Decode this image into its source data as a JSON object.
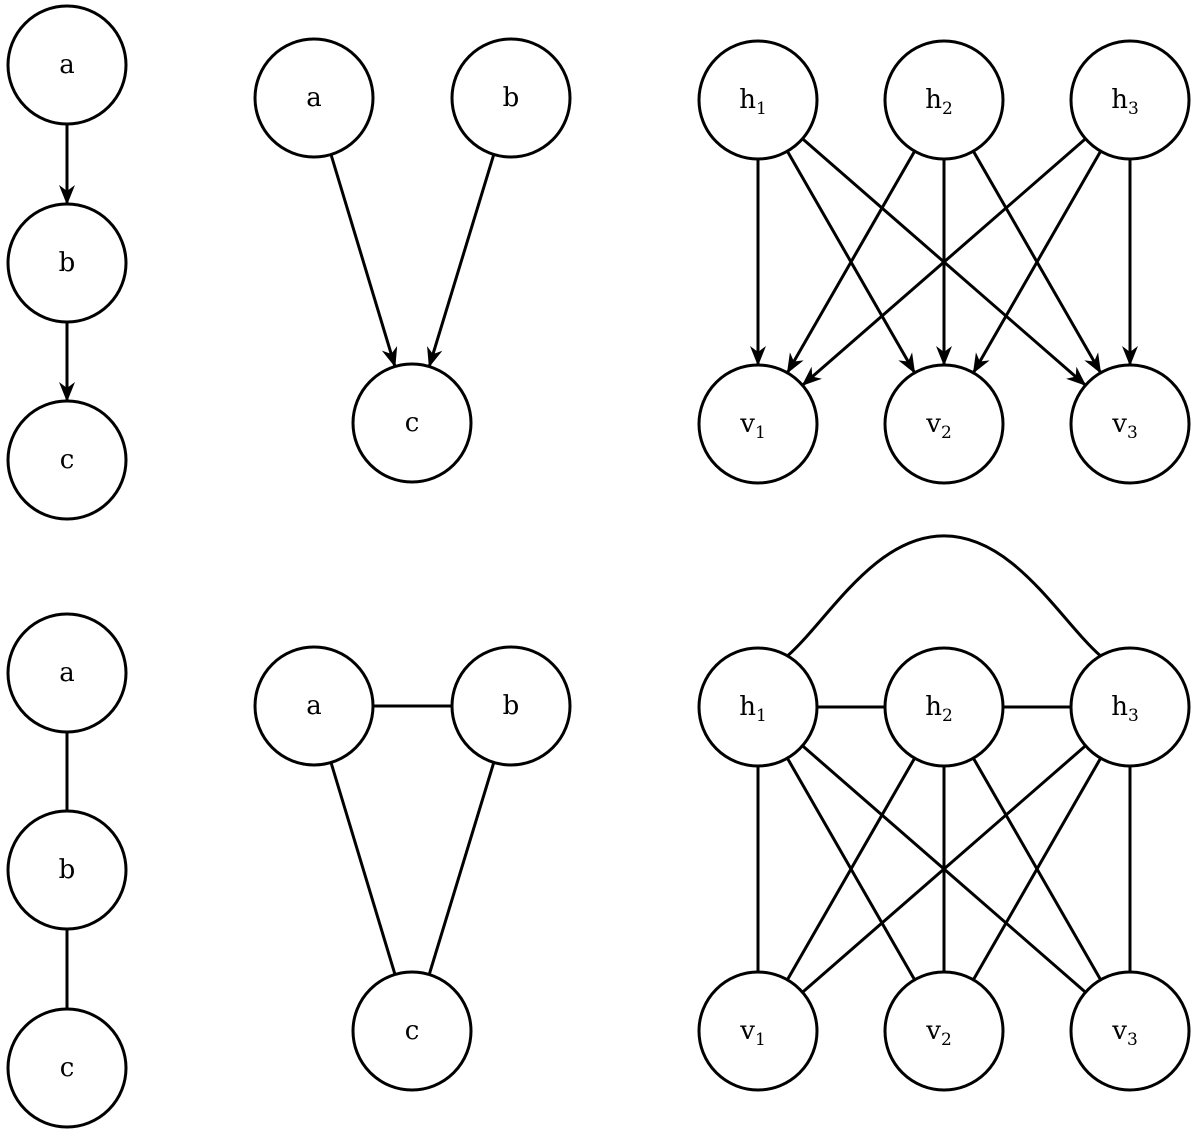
{
  "diagrams": [
    {
      "id": "chain-directed",
      "nodes": [
        {
          "id": "a",
          "label": "a",
          "sub": ""
        },
        {
          "id": "b",
          "label": "b",
          "sub": ""
        },
        {
          "id": "c",
          "label": "c",
          "sub": ""
        }
      ],
      "edges": [
        {
          "from": "a",
          "to": "b",
          "directed": true
        },
        {
          "from": "b",
          "to": "c",
          "directed": true
        }
      ]
    },
    {
      "id": "v-structure-directed",
      "nodes": [
        {
          "id": "a",
          "label": "a",
          "sub": ""
        },
        {
          "id": "b",
          "label": "b",
          "sub": ""
        },
        {
          "id": "c",
          "label": "c",
          "sub": ""
        }
      ],
      "edges": [
        {
          "from": "a",
          "to": "c",
          "directed": true
        },
        {
          "from": "b",
          "to": "c",
          "directed": true
        }
      ]
    },
    {
      "id": "bipartite-directed",
      "nodes": [
        {
          "id": "h1",
          "label": "h",
          "sub": "1"
        },
        {
          "id": "h2",
          "label": "h",
          "sub": "2"
        },
        {
          "id": "h3",
          "label": "h",
          "sub": "3"
        },
        {
          "id": "v1",
          "label": "v",
          "sub": "1"
        },
        {
          "id": "v2",
          "label": "v",
          "sub": "2"
        },
        {
          "id": "v3",
          "label": "v",
          "sub": "3"
        }
      ],
      "edges": [
        {
          "from": "h1",
          "to": "v1",
          "directed": true
        },
        {
          "from": "h1",
          "to": "v2",
          "directed": true
        },
        {
          "from": "h1",
          "to": "v3",
          "directed": true
        },
        {
          "from": "h2",
          "to": "v1",
          "directed": true
        },
        {
          "from": "h2",
          "to": "v2",
          "directed": true
        },
        {
          "from": "h2",
          "to": "v3",
          "directed": true
        },
        {
          "from": "h3",
          "to": "v1",
          "directed": true
        },
        {
          "from": "h3",
          "to": "v2",
          "directed": true
        },
        {
          "from": "h3",
          "to": "v3",
          "directed": true
        }
      ]
    },
    {
      "id": "chain-undirected",
      "nodes": [
        {
          "id": "a",
          "label": "a",
          "sub": ""
        },
        {
          "id": "b",
          "label": "b",
          "sub": ""
        },
        {
          "id": "c",
          "label": "c",
          "sub": ""
        }
      ],
      "edges": [
        {
          "from": "a",
          "to": "b",
          "directed": false
        },
        {
          "from": "b",
          "to": "c",
          "directed": false
        }
      ]
    },
    {
      "id": "triangle-undirected",
      "nodes": [
        {
          "id": "a",
          "label": "a",
          "sub": ""
        },
        {
          "id": "b",
          "label": "b",
          "sub": ""
        },
        {
          "id": "c",
          "label": "c",
          "sub": ""
        }
      ],
      "edges": [
        {
          "from": "a",
          "to": "b",
          "directed": false
        },
        {
          "from": "a",
          "to": "c",
          "directed": false
        },
        {
          "from": "b",
          "to": "c",
          "directed": false
        }
      ]
    },
    {
      "id": "moralized-undirected",
      "nodes": [
        {
          "id": "h1",
          "label": "h",
          "sub": "1"
        },
        {
          "id": "h2",
          "label": "h",
          "sub": "2"
        },
        {
          "id": "h3",
          "label": "h",
          "sub": "3"
        },
        {
          "id": "v1",
          "label": "v",
          "sub": "1"
        },
        {
          "id": "v2",
          "label": "v",
          "sub": "2"
        },
        {
          "id": "v3",
          "label": "v",
          "sub": "3"
        }
      ],
      "edges": [
        {
          "from": "h1",
          "to": "h2",
          "directed": false
        },
        {
          "from": "h2",
          "to": "h3",
          "directed": false
        },
        {
          "from": "h1",
          "to": "h3",
          "directed": false,
          "curved": true
        },
        {
          "from": "h1",
          "to": "v1",
          "directed": false
        },
        {
          "from": "h1",
          "to": "v2",
          "directed": false
        },
        {
          "from": "h1",
          "to": "v3",
          "directed": false
        },
        {
          "from": "h2",
          "to": "v1",
          "directed": false
        },
        {
          "from": "h2",
          "to": "v2",
          "directed": false
        },
        {
          "from": "h2",
          "to": "v3",
          "directed": false
        },
        {
          "from": "h3",
          "to": "v1",
          "directed": false
        },
        {
          "from": "h3",
          "to": "v2",
          "directed": false
        },
        {
          "from": "h3",
          "to": "v3",
          "directed": false
        }
      ]
    }
  ]
}
